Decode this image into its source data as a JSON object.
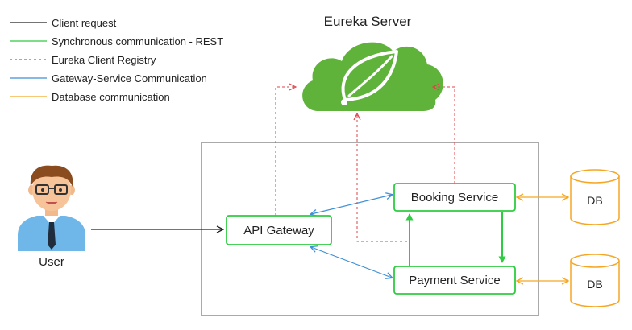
{
  "legend": {
    "items": [
      {
        "label": "Client request",
        "style": "solid",
        "color": "#222222"
      },
      {
        "label": "Synchronous communication - REST",
        "style": "solid",
        "color": "#2ecc40"
      },
      {
        "label": "Eureka Client Registry",
        "style": "dashed",
        "color": "#e0434a"
      },
      {
        "label": "Gateway-Service Communication",
        "style": "solid",
        "color": "#3d8fd6"
      },
      {
        "label": "Database communication",
        "style": "solid",
        "color": "#f5a623"
      }
    ]
  },
  "eureka": {
    "title": "Eureka Server",
    "color": "#5fb33a"
  },
  "user": {
    "label": "User"
  },
  "nodes": {
    "api_gateway": "API Gateway",
    "booking_service": "Booking Service",
    "payment_service": "Payment Service"
  },
  "databases": {
    "db_booking": "DB",
    "db_payment": "DB"
  },
  "colors": {
    "node_border": "#2ecc40",
    "client": "#222222",
    "rest": "#2ecc40",
    "registry": "#e0434a",
    "gateway": "#3d8fd6",
    "database": "#f5a623"
  }
}
